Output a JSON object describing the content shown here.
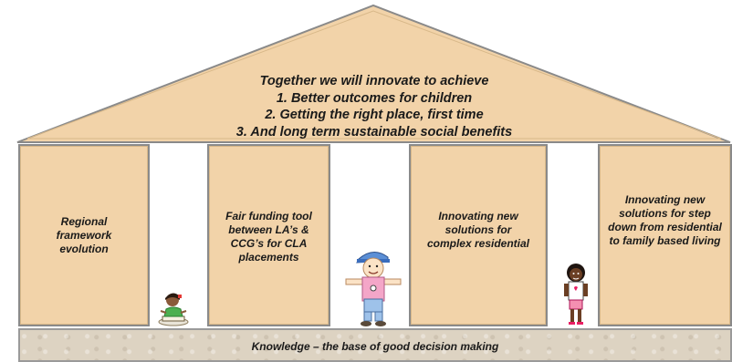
{
  "roof": {
    "lines": [
      "Together we will innovate to achieve",
      "1. Better outcomes for children",
      "2. Getting the right place, first time",
      "3. And long term sustainable social benefits"
    ]
  },
  "pillars": [
    {
      "label": "Regional framework evolution"
    },
    {
      "label": "Fair funding tool between LA’s & CCG’s for CLA placements"
    },
    {
      "label": "Innovating new solutions for complex residential"
    },
    {
      "label": "Innovating new solutions for step down from residential to family based living"
    }
  ],
  "base": {
    "label": "Knowledge – the base of good decision making"
  },
  "colors": {
    "roof_fill": "#f2d3a9",
    "pillar_fill": "#f2d3a9",
    "base_fill": "#ddd3c2",
    "border": "#8a8a8a"
  },
  "illustrations": [
    "reading-child-illustration",
    "scarecrow-child-illustration",
    "standing-girl-illustration"
  ]
}
